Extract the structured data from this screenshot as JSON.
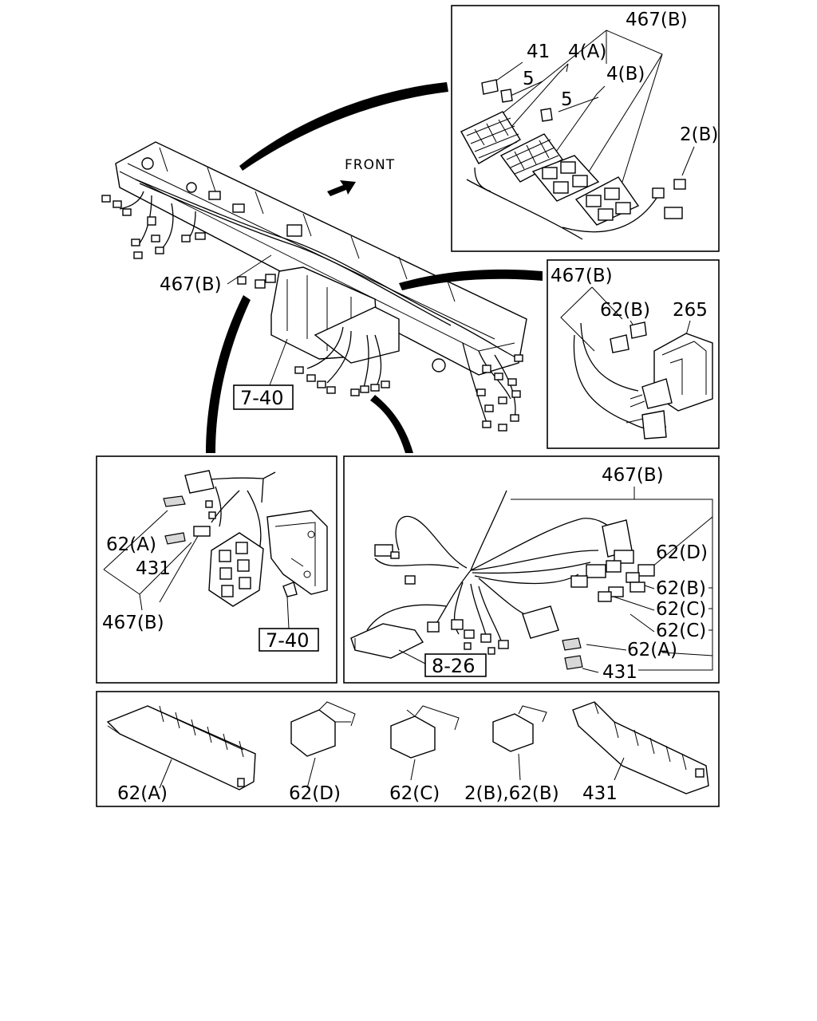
{
  "front_label": "FRONT",
  "main": {
    "label_harness": "467(B)",
    "ref_box": "7-40"
  },
  "panel_top_right": {
    "title": "467(B)",
    "labels": [
      "41",
      "4(A)",
      "5",
      "4(B)",
      "5",
      "2(B)"
    ]
  },
  "panel_mid_right": {
    "labels": [
      "467(B)",
      "62(B)",
      "265"
    ]
  },
  "panel_mid_left": {
    "labels": [
      "62(A)",
      "431",
      "467(B)"
    ],
    "ref_box": "7-40"
  },
  "panel_mid_center": {
    "title": "467(B)",
    "labels": [
      "62(D)",
      "62(B)",
      "62(C)",
      "62(C)",
      "62(A)",
      "431"
    ],
    "ref_box": "8-26"
  },
  "panel_bottom": {
    "labels": [
      "62(A)",
      "62(D)",
      "62(C)",
      "2(B),62(B)",
      "431"
    ]
  }
}
